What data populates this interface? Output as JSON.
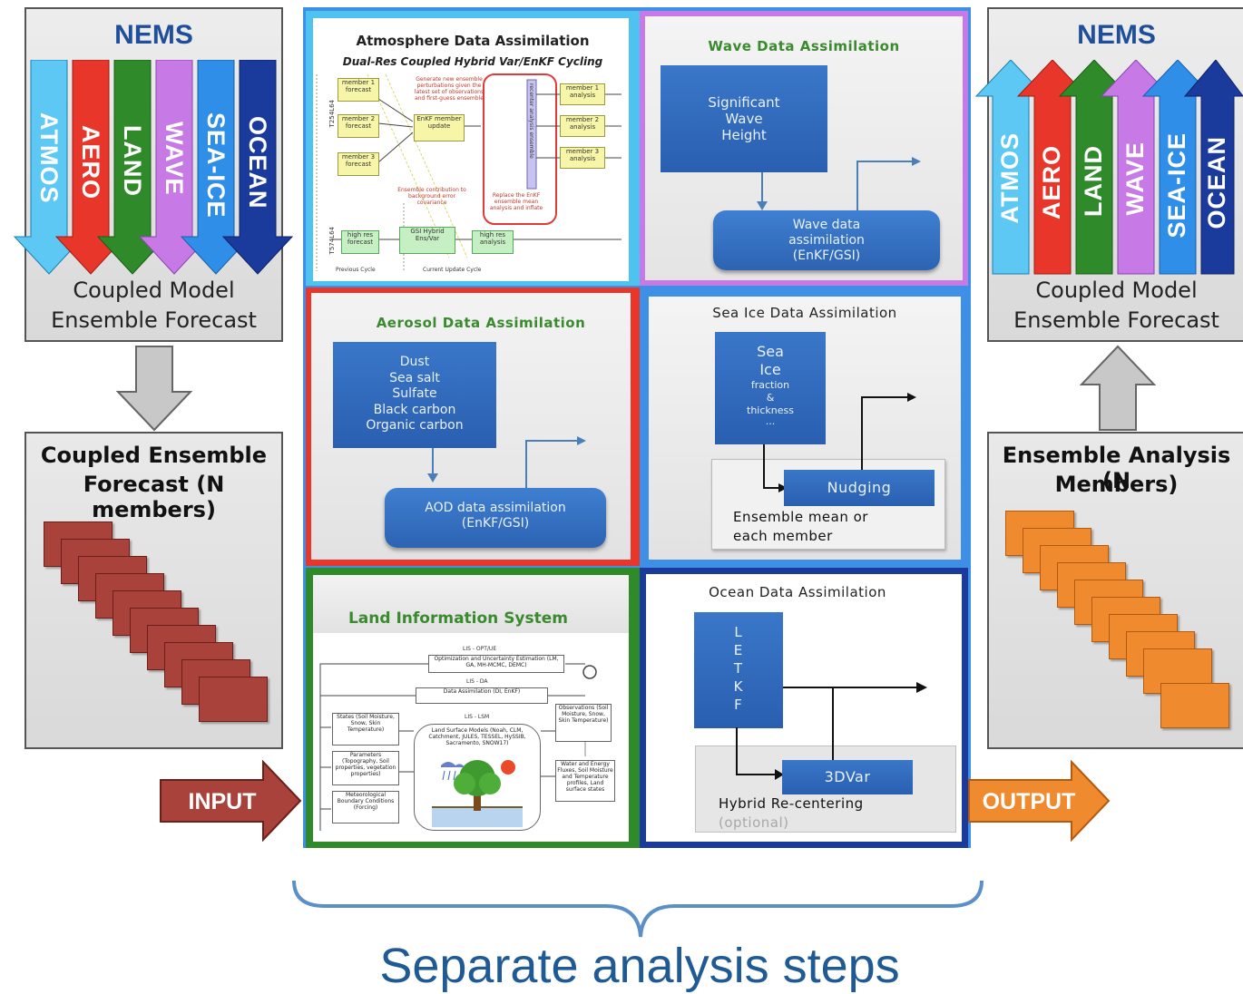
{
  "left": {
    "nems_title": "NEMS",
    "arrows": [
      {
        "label": "ATMOS",
        "color": "#5cc8f3"
      },
      {
        "label": "AERO",
        "color": "#e8362b"
      },
      {
        "label": "LAND",
        "color": "#2f8a2a"
      },
      {
        "label": "WAVE",
        "color": "#c77ae6"
      },
      {
        "label": "SEA-ICE",
        "color": "#2f8fe8"
      },
      {
        "label": "OCEAN",
        "color": "#1a3a9c"
      }
    ],
    "coupled_line1": "Coupled Model",
    "coupled_line2": "Ensemble Forecast",
    "ensemble_title_line1": "Coupled Ensemble",
    "ensemble_title_line2": "Forecast (N members)",
    "input_label": "INPUT"
  },
  "right": {
    "nems_title": "NEMS",
    "arrows": [
      {
        "label": "ATMOS",
        "color": "#5cc8f3"
      },
      {
        "label": "AERO",
        "color": "#e8362b"
      },
      {
        "label": "LAND",
        "color": "#2f8a2a"
      },
      {
        "label": "WAVE",
        "color": "#c77ae6"
      },
      {
        "label": "SEA-ICE",
        "color": "#2f8fe8"
      },
      {
        "label": "OCEAN",
        "color": "#1a3a9c"
      }
    ],
    "coupled_line1": "Coupled Model",
    "coupled_line2": "Ensemble Forecast",
    "analysis_title_line1": "Ensemble Analysis (N",
    "analysis_title_line2": "Members)",
    "output_label": "OUTPUT"
  },
  "atmosphere": {
    "title": "Atmosphere Data Assimilation",
    "subtitle": "Dual-Res Coupled Hybrid Var/EnKF Cycling",
    "label_t254": "T254L64",
    "label_t574": "T574L64",
    "member1_forecast": "member 1 forecast",
    "member2_forecast": "member 2 forecast",
    "member3_forecast": "member 3 forecast",
    "generate_note": "Generate new ensemble perturbations given the latest set of observations and first-guess ensemble",
    "enkf_update": "EnKF member update",
    "recenter": "recenter analysis ensemble",
    "member1_analysis": "member 1 analysis",
    "member2_analysis": "member 2 analysis",
    "member3_analysis": "member 3 analysis",
    "ensemble_contribution": "Ensemble contribution to background error covariance",
    "replace_note": "Replace the EnKF ensemble mean analysis and inflate",
    "high_res_forecast": "high res forecast",
    "gsi": "GSI Hybrid Ens/Var",
    "high_res_analysis": "high res analysis",
    "previous_cycle": "Previous Cycle",
    "current_cycle": "Current Update Cycle"
  },
  "wave": {
    "title": "Wave Data Assimilation",
    "box_line1": "Significant",
    "box_line2": "Wave",
    "box_line3": "Height",
    "assim_line1": "Wave data",
    "assim_line2": "assimilation",
    "assim_line3": "(EnKF/GSI)"
  },
  "aerosol": {
    "title": "Aerosol Data Assimilation",
    "items": [
      "Dust",
      "Sea salt",
      "Sulfate",
      "Black carbon",
      "Organic carbon"
    ],
    "aod_line1": "AOD data assimilation",
    "aod_line2": "(EnKF/GSI)"
  },
  "seaice": {
    "title": "Sea Ice Data Assimilation",
    "box_line1": "Sea",
    "box_line2": "Ice",
    "box_line3": "fraction",
    "box_line4": "&",
    "box_line5": "thickness",
    "box_line6": "...",
    "nudging": "Nudging",
    "ensemble_line1": "Ensemble mean or",
    "ensemble_line2": "each member"
  },
  "land": {
    "title": "Land Information System",
    "opt": "LIS - OPT/UE",
    "opt_box": "Optimization and Uncertainty Estimation (LM, GA, MH-MCMC, DEMC)",
    "da": "LIS - DA",
    "da_box": "Data Assimilation (DI, EnKF)",
    "lsm": "LIS - LSM",
    "states": "States (Soil Moisture, Snow, Skin Temperature)",
    "params": "Parameters (Topography, Soil properties, vegetation properties)",
    "met": "Meteorological Boundary Conditions (Forcing)",
    "lsm_box": "Land Surface Models (Noah, CLM, Catchment, JULES, TESSEL, HySSIB, Sacramento, SNOW17)",
    "obs": "Observations (Soil Moisture, Snow, Skin Temperature)",
    "fluxes": "Water and Energy Fluxes, Soil Moisture and Temperature profiles, Land surface states"
  },
  "ocean": {
    "title": "Ocean Data Assimilation",
    "letkf": [
      "L",
      "E",
      "T",
      "K",
      "F"
    ],
    "threedvar": "3DVar",
    "hybrid": "Hybrid Re-centering",
    "optional": "(optional)"
  },
  "footer": {
    "caption": "Separate analysis steps"
  }
}
